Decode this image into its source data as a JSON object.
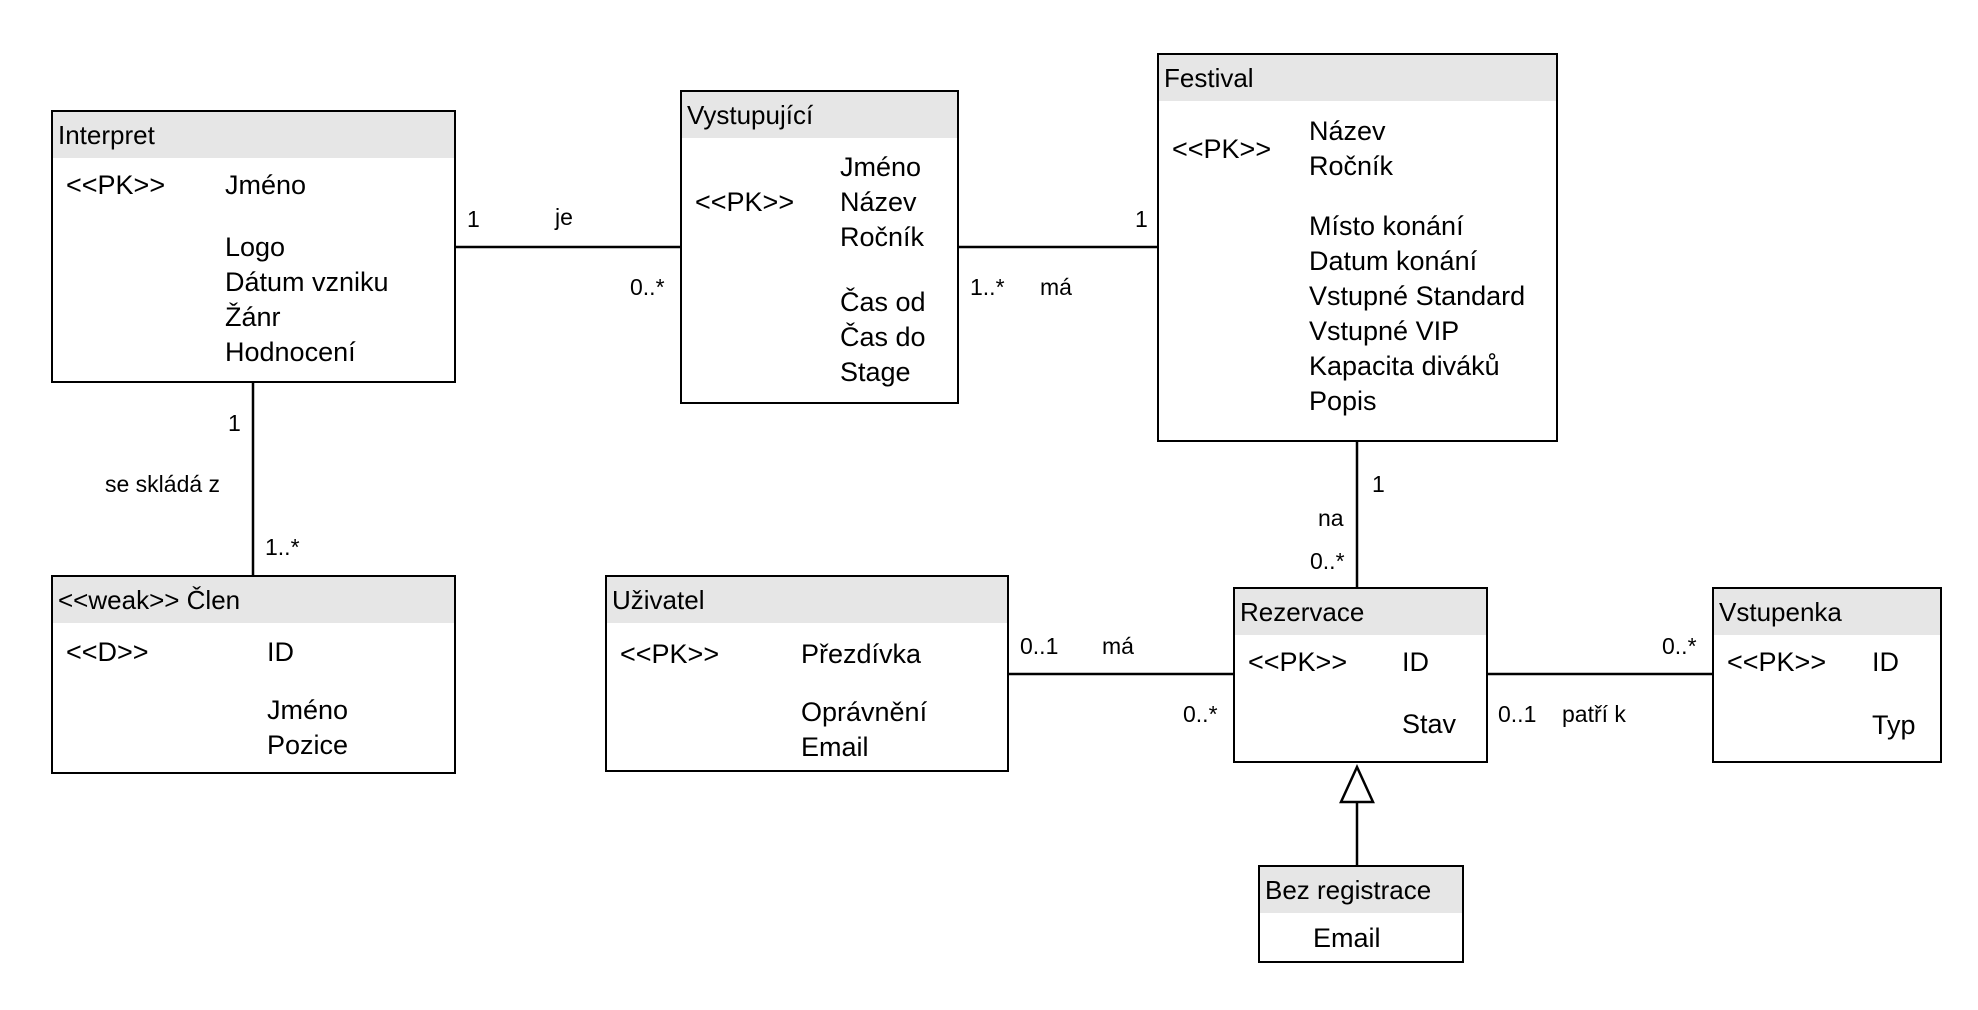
{
  "entities": {
    "interpret": {
      "title": "Interpret",
      "pk": "<<PK>>",
      "pk_attr": "Jméno",
      "attrs": [
        "Logo",
        "Dátum vzniku",
        "Žánr",
        "Hodnocení"
      ]
    },
    "vystupujici": {
      "title": "Vystupující",
      "pk": "<<PK>>",
      "pk_attrs": [
        "Jméno",
        "Název",
        "Ročník"
      ],
      "attrs": [
        "Čas od",
        "Čas do",
        "Stage"
      ]
    },
    "festival": {
      "title": "Festival",
      "pk": "<<PK>>",
      "pk_attrs": [
        "Název",
        "Ročník"
      ],
      "attrs": [
        "Místo konání",
        "Datum konání",
        "Vstupné Standard",
        "Vstupné VIP",
        "Kapacita diváků",
        "Popis"
      ]
    },
    "clen": {
      "title": "<<weak>> Člen",
      "pk": "<<D>>",
      "pk_attr": "ID",
      "attrs": [
        "Jméno",
        "Pozice"
      ]
    },
    "uzivatel": {
      "title": "Uživatel",
      "pk": "<<PK>>",
      "pk_attr": "Přezdívka",
      "attrs": [
        "Oprávnění",
        "Email"
      ]
    },
    "rezervace": {
      "title": "Rezervace",
      "pk": "<<PK>>",
      "pk_attr": "ID",
      "attrs": [
        "Stav"
      ]
    },
    "vstupenka": {
      "title": "Vstupenka",
      "pk": "<<PK>>",
      "pk_attr": "ID",
      "attrs": [
        "Typ"
      ]
    },
    "bez_registrace": {
      "title": "Bez registrace",
      "attrs": [
        "Email"
      ]
    }
  },
  "relations": {
    "interpret_vystupujici": {
      "name": "je",
      "card_a": "1",
      "card_b": "0..*"
    },
    "vystupujici_festival": {
      "name": "má",
      "card_a": "1..*",
      "card_b": "1"
    },
    "interpret_clen": {
      "name": "se skládá z",
      "card_a": "1",
      "card_b": "1..*"
    },
    "festival_rezervace": {
      "name": "na",
      "card_a": "1",
      "card_b": "0..*"
    },
    "uzivatel_rezervace": {
      "name": "má",
      "card_a": "0..1",
      "card_b": "0..*"
    },
    "rezervace_vstupenka": {
      "name": "patří k",
      "card_a": "0..1",
      "card_b": "0..*"
    }
  }
}
